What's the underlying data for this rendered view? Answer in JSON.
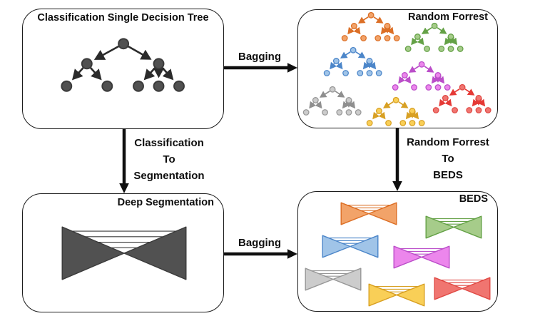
{
  "diagram": {
    "boxes": {
      "single_tree": {
        "title": "Classification Single Decision Tree"
      },
      "random_forest": {
        "title": "Random Forrest"
      },
      "deep_segmentation": {
        "title": "Deep Segmentation"
      },
      "beds": {
        "title": "BEDS"
      }
    },
    "arrows": {
      "bagging_top": {
        "label": "Bagging"
      },
      "bagging_bottom": {
        "label": "Bagging"
      },
      "classification_to_segmentation": {
        "lines": [
          "Classification",
          "To",
          "Segmentation"
        ]
      },
      "random_forest_to_beds": {
        "lines": [
          "Random Forrest",
          "To",
          "BEDS"
        ]
      }
    },
    "arrow_color": "#0f0f0f",
    "palette": {
      "dark": {
        "edge": "#2b2b2b",
        "stroke": "#3b3b3b",
        "fill": "#515151"
      },
      "orange": {
        "edge": "#dc6f26",
        "stroke": "#dc6f26",
        "fill": "#f2a369"
      },
      "green": {
        "edge": "#64a146",
        "stroke": "#64a146",
        "fill": "#a6cc8a"
      },
      "blue": {
        "edge": "#4c86c9",
        "stroke": "#4c86c9",
        "fill": "#a0c4e8"
      },
      "magenta": {
        "edge": "#bb4ec9",
        "stroke": "#bb4ec9",
        "fill": "#ec86ec"
      },
      "gray": {
        "edge": "#8f8f8f",
        "stroke": "#979797",
        "fill": "#cccccc"
      },
      "yellow": {
        "edge": "#d8a023",
        "stroke": "#d8a023",
        "fill": "#f9cf57"
      },
      "red": {
        "edge": "#e53935",
        "stroke": "#e04a45",
        "fill": "#f07570"
      }
    },
    "forest_tree_colors": [
      "orange",
      "green",
      "blue",
      "magenta",
      "gray",
      "yellow",
      "red"
    ],
    "beds_bowtie_colors": [
      "orange",
      "green",
      "blue",
      "magenta",
      "gray",
      "yellow",
      "red"
    ]
  }
}
